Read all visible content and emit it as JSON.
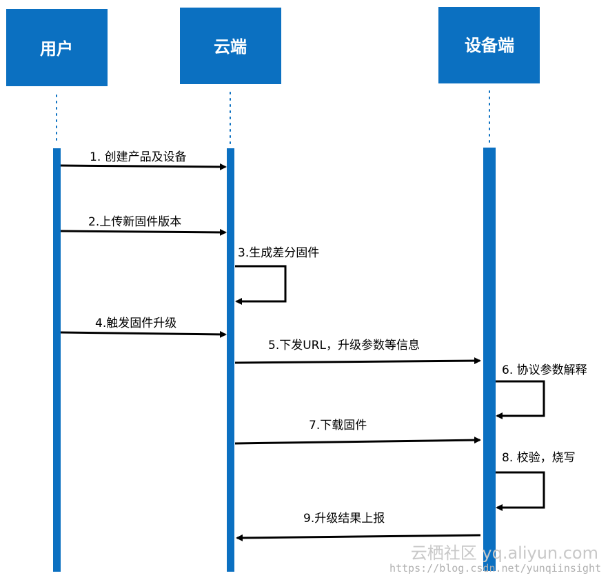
{
  "actors": [
    {
      "id": "user",
      "label": "用户"
    },
    {
      "id": "cloud",
      "label": "云端"
    },
    {
      "id": "device",
      "label": "设备端"
    }
  ],
  "messages": [
    {
      "label": "1. 创建产品及设备",
      "from": "user",
      "to": "cloud"
    },
    {
      "label": "2.上传新固件版本",
      "from": "user",
      "to": "cloud"
    },
    {
      "label": "3.生成差分固件",
      "from": "cloud",
      "to": "cloud"
    },
    {
      "label": "4.触发固件升级",
      "from": "user",
      "to": "cloud"
    },
    {
      "label": "5.下发URL，升级参数等信息",
      "from": "cloud",
      "to": "device"
    },
    {
      "label": "6. 协议参数解释",
      "from": "device",
      "to": "device"
    },
    {
      "label": "7.下载固件",
      "from": "cloud",
      "to": "device"
    },
    {
      "label": "8. 校验，烧写",
      "from": "device",
      "to": "device"
    },
    {
      "label": "9.升级结果上报",
      "from": "device",
      "to": "cloud"
    }
  ],
  "watermark": {
    "line1": "云栖社区 yq.aliyun.com",
    "line2": "https://blog.csdn.net/yunqiinsight"
  },
  "colors": {
    "actor": "#0b70c1",
    "arrow": "#000000"
  }
}
